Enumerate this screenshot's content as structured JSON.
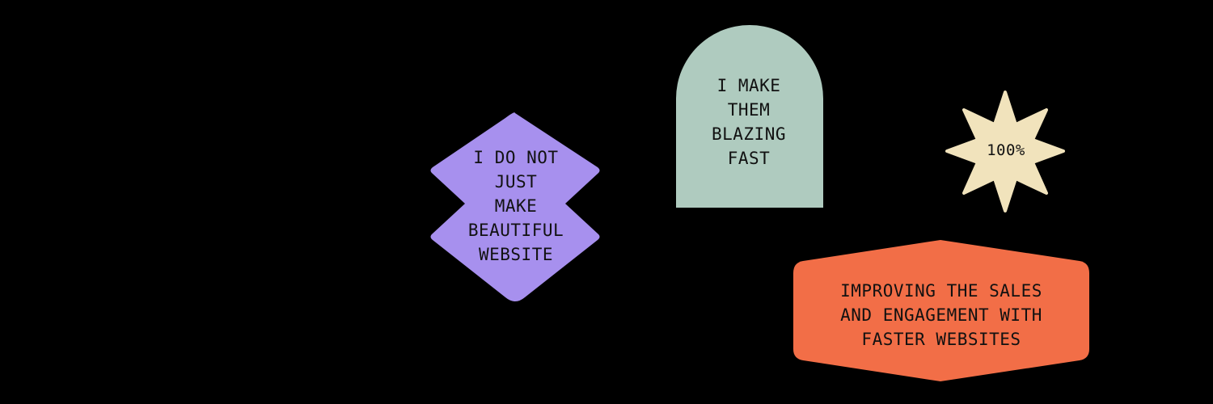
{
  "shapes": {
    "diamond": {
      "text": "I DO NOT\nJUST \nMAKE\nBEAUTIFUL\nWEBSITE",
      "color": "#A790EE"
    },
    "arch": {
      "text": "I MAKE\nTHEM\nBLAZING\nFAST",
      "color": "#AFCBBF"
    },
    "star": {
      "text": "100%",
      "color": "#F1E3BC"
    },
    "hexagon": {
      "text": "IMPROVING THE SALES\nAND ENGAGEMENT WITH\nFASTER WEBSITES",
      "color": "#F26E47"
    }
  },
  "background_color": "#000000"
}
